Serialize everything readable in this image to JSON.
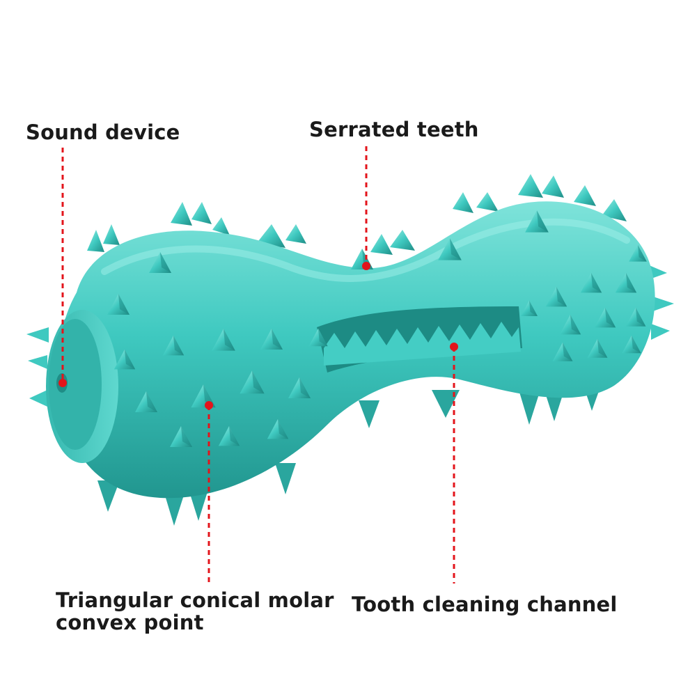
{
  "colors": {
    "toy_base": "#3fc9c0",
    "toy_light": "#7fe3da",
    "toy_dark": "#21968f",
    "pointer": "#e3141b"
  },
  "labels": {
    "sound_device": "Sound device",
    "serrated_teeth": "Serrated teeth",
    "molar_line1": "Triangular conical molar",
    "molar_line2": "convex point",
    "tooth_channel": "Tooth cleaning channel"
  }
}
